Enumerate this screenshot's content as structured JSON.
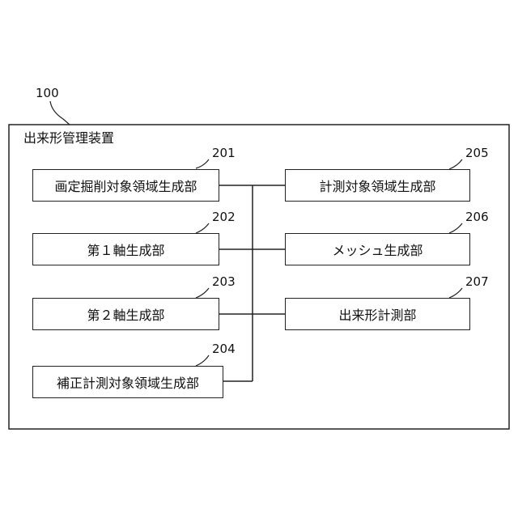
{
  "device": {
    "ref": "100",
    "title": "出来形管理装置"
  },
  "components": [
    {
      "ref": "201",
      "label": "画定掘削対象領域生成部"
    },
    {
      "ref": "202",
      "label": "第１軸生成部"
    },
    {
      "ref": "203",
      "label": "第２軸生成部"
    },
    {
      "ref": "204",
      "label": "補正計測対象領域生成部"
    },
    {
      "ref": "205",
      "label": "計測対象領域生成部"
    },
    {
      "ref": "206",
      "label": "メッシュ生成部"
    },
    {
      "ref": "207",
      "label": "出来形計測部"
    }
  ]
}
